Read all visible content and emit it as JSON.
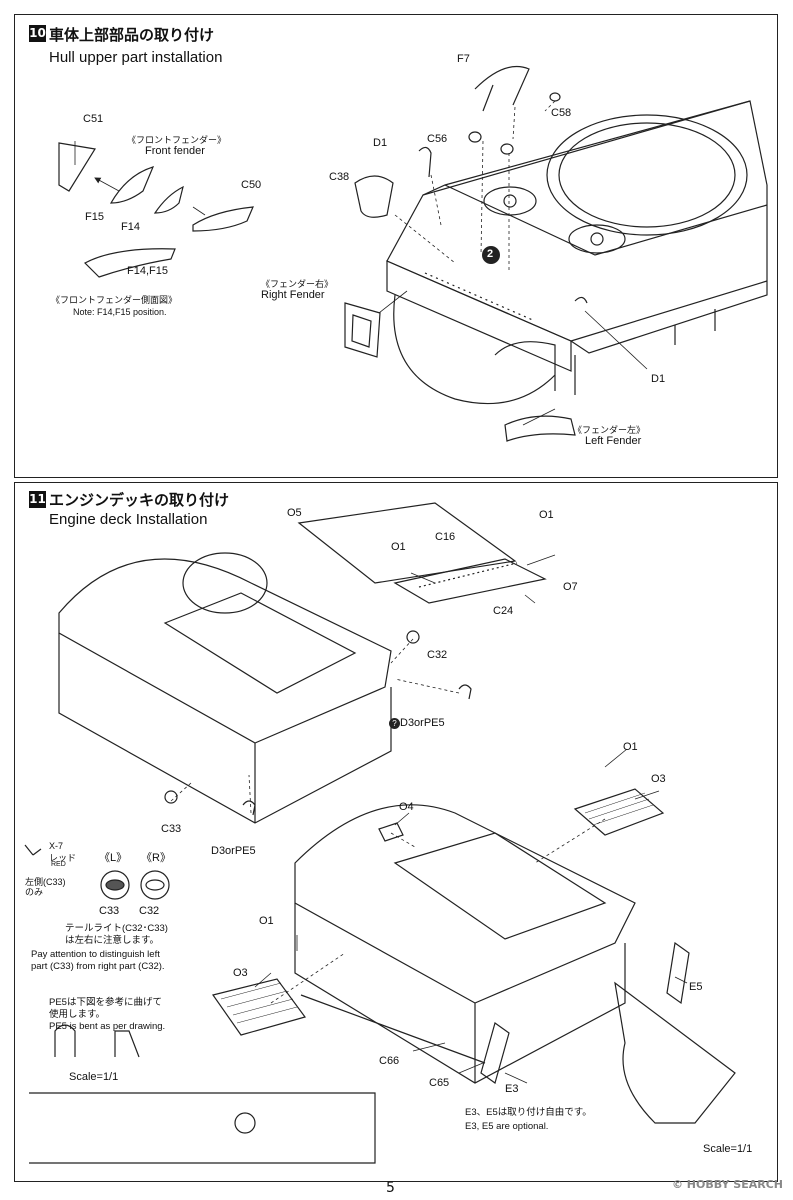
{
  "step10": {
    "number": "10",
    "title_jp": "車体上部部品の取り付け",
    "title_en": "Hull upper part installation",
    "labels": {
      "f7": "F7",
      "c58": "C58",
      "c56": "C56",
      "d1_top": "D1",
      "c38": "C38",
      "c51": "C51",
      "c50": "C50",
      "f15": "F15",
      "f14": "F14",
      "f14f15": "F14,F15",
      "d1_bottom": "D1",
      "step_marker": "2"
    },
    "front_fender_jp": "《フロントフェンダー》",
    "front_fender_en": "Front fender",
    "front_fender_side_jp": "《フロントフェンダー側面図》",
    "front_fender_side_note": "Note: F14,F15 position.",
    "right_fender_jp": "《フェンダー右》",
    "right_fender_en": "Right Fender",
    "left_fender_jp": "《フェンダー左》",
    "left_fender_en": "Left Fender"
  },
  "step11": {
    "number": "11",
    "title_jp": "エンジンデッキの取り付け",
    "title_en": "Engine deck Installation",
    "labels": {
      "o5": "O5",
      "o1_a": "O1",
      "o1_b": "O1",
      "c16": "C16",
      "o7": "O7",
      "c24": "C24",
      "c32_top": "C32",
      "d3_pe5_a": "D3orPE5",
      "c33_left": "C33",
      "d3_pe5_b": "D3orPE5",
      "o1_c": "O1",
      "o3_right": "O3",
      "o4": "O4",
      "o1_d": "O1",
      "o3_left": "O3",
      "e5": "E5",
      "c66": "C66",
      "c65": "C65",
      "e3": "E3"
    },
    "paint_code": "X-7",
    "paint_jp": "レッド",
    "paint_en": "RED",
    "left_only_jp_1": "左側(C33)",
    "left_only_jp_2": "のみ",
    "l_mark": "《L》",
    "r_mark": "《R》",
    "c33_lbl": "C33",
    "c32_lbl": "C32",
    "taillight_jp_1": "テールライト(C32･C33)",
    "taillight_jp_2": "は左右に注意します。",
    "taillight_en_1": "Pay attention to distinguish left",
    "taillight_en_2": "part (C33) from right part (C32).",
    "pe5_jp_1": "PE5は下図を参考に曲げて",
    "pe5_jp_2": "使用します。",
    "pe5_en": "PE5 is bent as per drawing.",
    "scale_left": "Scale=1/1",
    "optional_jp": "E3、E5は取り付け自由です。",
    "optional_en": "E3, E5 are optional.",
    "scale_right": "Scale=1/1"
  },
  "page_number": "5",
  "watermark": "© HOBBY SEARCH"
}
